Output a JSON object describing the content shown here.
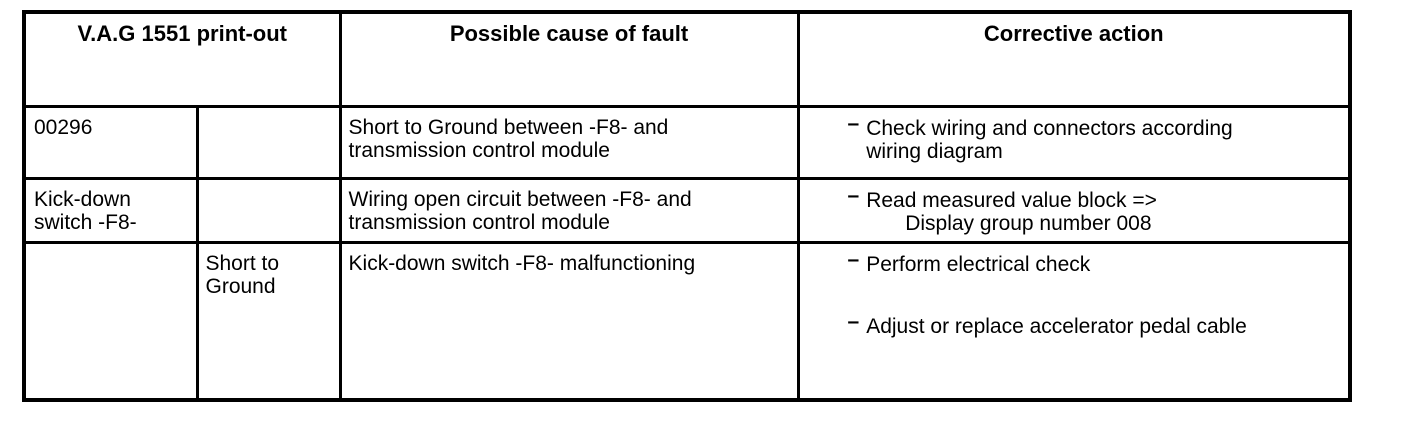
{
  "document": {
    "table": {
      "bullet_char": "–",
      "header": {
        "printout": "V.A.G 1551 print-out",
        "cause": "Possible cause of fault",
        "action": "Corrective action"
      },
      "rows": [
        {
          "printout_lines": [
            "00296"
          ],
          "sub_lines": [],
          "cause_lines": [
            "Short to Ground between -F8- and",
            "transmission control module"
          ],
          "actions": [
            {
              "lines": [
                "Check wiring and connectors according",
                "wiring diagram"
              ]
            }
          ]
        },
        {
          "printout_lines": [
            "Kick-down",
            "switch -F8-"
          ],
          "sub_lines": [],
          "cause_lines": [
            "Wiring open circuit between -F8- and",
            "transmission control module"
          ],
          "actions": [
            {
              "lines": [
                "Read measured value block =>",
                "Display group number 008"
              ]
            }
          ]
        },
        {
          "printout_lines": [],
          "sub_lines": [
            "Short to",
            "Ground"
          ],
          "cause_lines": [
            "Kick-down switch -F8- malfunctioning"
          ],
          "actions": [
            {
              "lines": [
                "Perform electrical check"
              ]
            },
            {
              "lines": [
                "Adjust or replace accelerator pedal cable"
              ]
            }
          ]
        }
      ]
    }
  }
}
